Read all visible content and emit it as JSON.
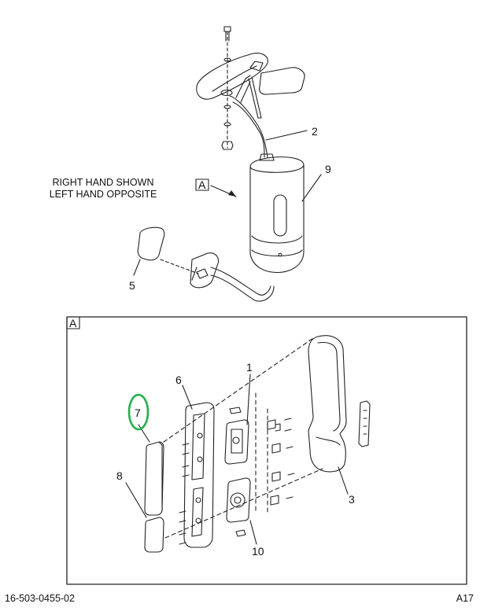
{
  "note": {
    "line1": "RIGHT HAND SHOWN",
    "line2": "LEFT HAND OPPOSITE"
  },
  "view_label": "A",
  "detail_label": "A",
  "callouts": {
    "c1": "1",
    "c2": "2",
    "c3": "3",
    "c5": "5",
    "c6": "6",
    "c7": "7",
    "c8": "8",
    "c9": "9",
    "c10": "10"
  },
  "highlight_color": "#22b04a",
  "footer": {
    "left": "16-503-0455-02",
    "right": "A17"
  }
}
